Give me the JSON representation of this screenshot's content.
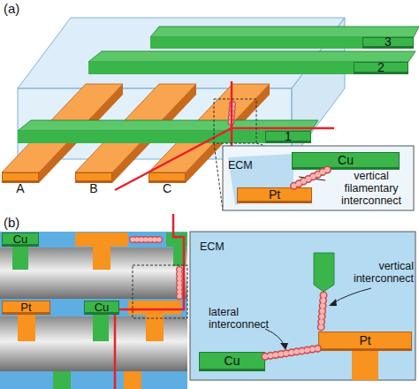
{
  "diagram": {
    "nodes": [
      {
        "text": [
          "3"
        ]
      },
      {
        "text": [
          "2"
        ]
      },
      {
        "text": [
          "1"
        ]
      },
      {
        "text": [
          "A"
        ]
      },
      {
        "text": [
          "B"
        ]
      },
      {
        "text": [
          "C"
        ]
      },
      {
        "text": [
          "Cu"
        ]
      },
      {
        "text": [
          "Pt"
        ]
      },
      {
        "text": [
          "Cu"
        ]
      },
      {
        "text": [
          "Pt"
        ]
      },
      {
        "text": [
          "Cu"
        ]
      },
      {
        "text": [
          "Cu"
        ]
      },
      {
        "text": [
          "Pt"
        ]
      }
    ],
    "edges": [
      {
        "from": 6,
        "to": 7,
        "arrow": "none"
      },
      {
        "from": 11,
        "to": 12,
        "arrow": "none"
      }
    ],
    "labels": [
      "(a)",
      "ECM",
      "vertical filamentary interconnect",
      "(b)",
      "ECM",
      "vertical interconnect",
      "lateral interconnect"
    ]
  }
}
